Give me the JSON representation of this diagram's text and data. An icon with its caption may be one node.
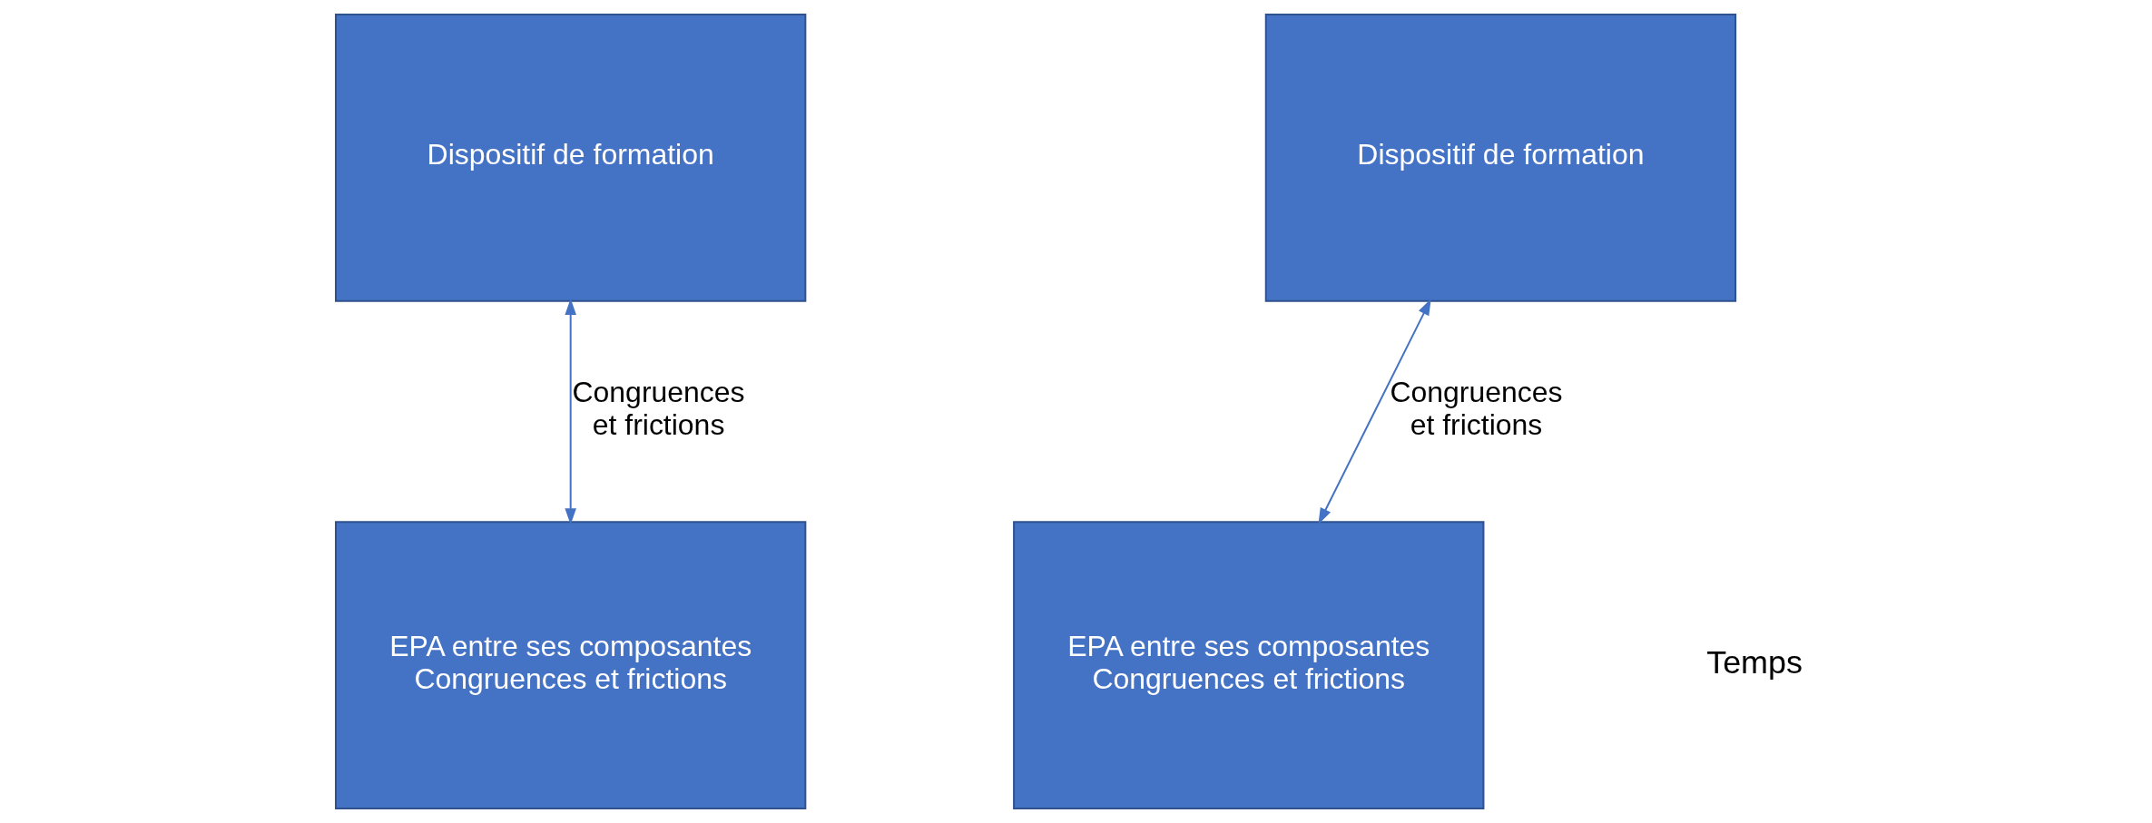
{
  "diagram": {
    "nodes": [
      {
        "text": [
          "EPA entre ses composantes",
          "Congruences et frictions"
        ]
      },
      {
        "text": [
          "EPA entre ses composantes",
          "Congruences et frictions"
        ]
      },
      {
        "text": [
          "Dispositif de formation"
        ]
      },
      {
        "text": [
          "Dispositif de formation"
        ]
      }
    ],
    "edges": [
      {
        "from": 2,
        "to": 0,
        "arrow": "both",
        "label": "Congruences et frictions"
      },
      {
        "from": 3,
        "to": 1,
        "arrow": "both",
        "label": "Congruences et frictions"
      }
    ],
    "labels": [
      "Temps"
    ]
  }
}
